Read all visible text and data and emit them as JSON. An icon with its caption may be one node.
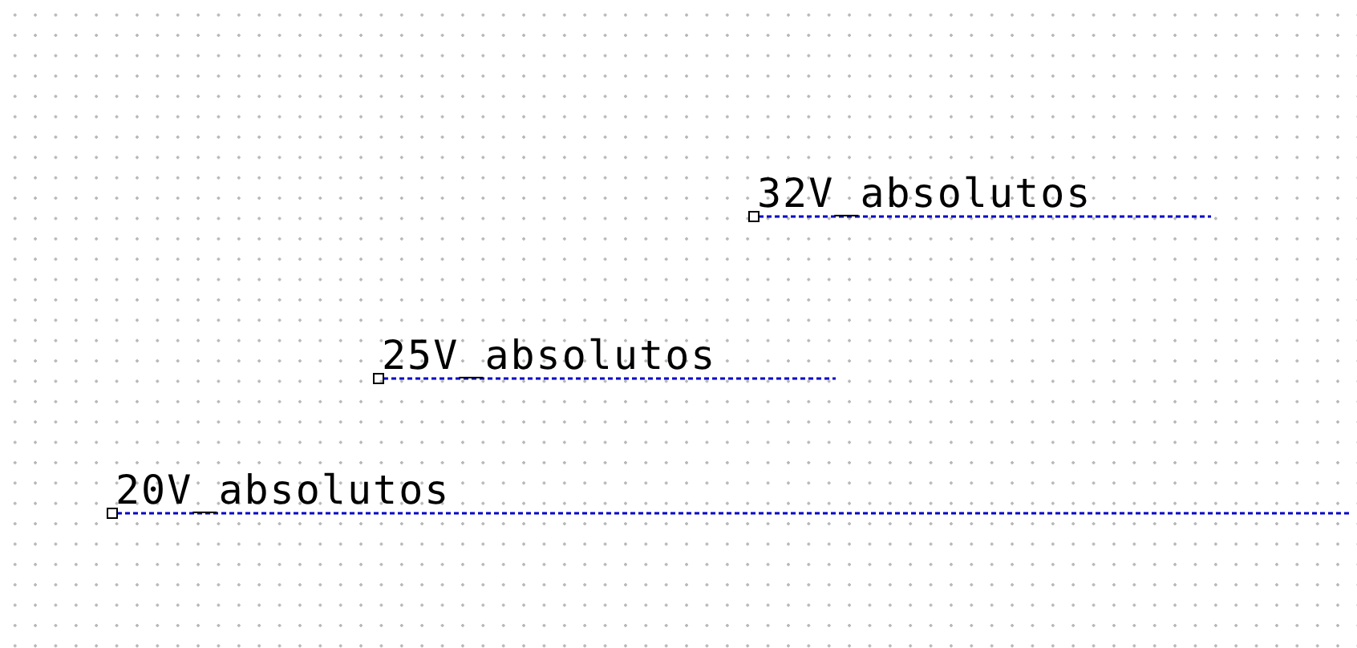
{
  "diagram": {
    "labels": [
      "32V_absolutos",
      "25V_absolutos",
      "20V_absolutos"
    ]
  }
}
